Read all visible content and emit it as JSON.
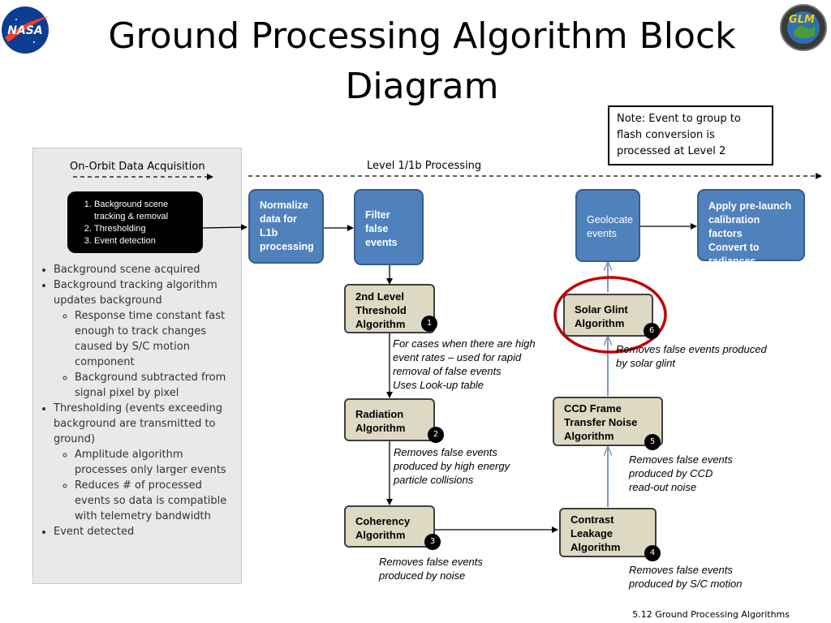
{
  "title": "Ground Processing Algorithm Block\nDiagram",
  "logos": {
    "left": "NASA",
    "right": "GLM"
  },
  "note": "Note: Event to group to\nflash conversion is\nprocessed at Level 2",
  "labels": {
    "on_orbit": "On-Orbit Data Acquisition",
    "level1": "Level 1/1b Processing"
  },
  "onboard_steps": [
    "Background scene tracking & removal",
    "Thresholding",
    "Event detection"
  ],
  "left_bullets": {
    "b1": "Background scene acquired",
    "b2": "Background tracking algorithm updates background",
    "b2_1": "Response time constant fast enough to track changes caused by S/C motion component",
    "b2_2": "Background subtracted from signal pixel by pixel",
    "b3": "Thresholding (events exceeding background are transmitted to ground)",
    "b3_1": "Amplitude algorithm processes only larger events",
    "b3_2": "Reduces # of processed events so data is compatible with telemetry bandwidth",
    "b4": "Event detected"
  },
  "blocks": {
    "normalize": "Normalize\ndata for\nL1b\nprocessing",
    "filter": "Filter\nfalse\nevents",
    "geolocate": "Geolocate\nevents",
    "calibration": "Apply pre-launch\ncalibration factors\nConvert to\nradiances",
    "threshold": "2nd Level\nThreshold\nAlgorithm",
    "radiation": "Radiation\nAlgorithm",
    "coherency": "Coherency\nAlgorithm",
    "contrast": "Contrast\nLeakage\nAlgorithm",
    "ccd": "CCD Frame\nTransfer Noise\nAlgorithm",
    "solar": "Solar Glint\nAlgorithm"
  },
  "badges": {
    "b1": "1",
    "b2": "2",
    "b3": "3",
    "b4": "4",
    "b5": "5",
    "b6": "6"
  },
  "notes": {
    "threshold": "For cases when there are high\n   event rates – used for rapid\n   removal of false events\nUses Look-up table",
    "radiation": "Removes false events\n   produced by high energy\n   particle collisions",
    "coherency": "Removes false events\n   produced by noise",
    "contrast": "Removes false events\n   produced by S/C motion",
    "ccd": "Removes false events\n   produced by CCD\n   read-out noise",
    "solar": "Removes false events produced\n   by solar glint"
  },
  "footer": "5.12 Ground Processing Algorithms",
  "colors": {
    "block_blue": "#4f81bd",
    "block_tan": "#ddd9c3",
    "highlight_circle": "#c00000",
    "panel_gray": "#e9e9e9"
  }
}
